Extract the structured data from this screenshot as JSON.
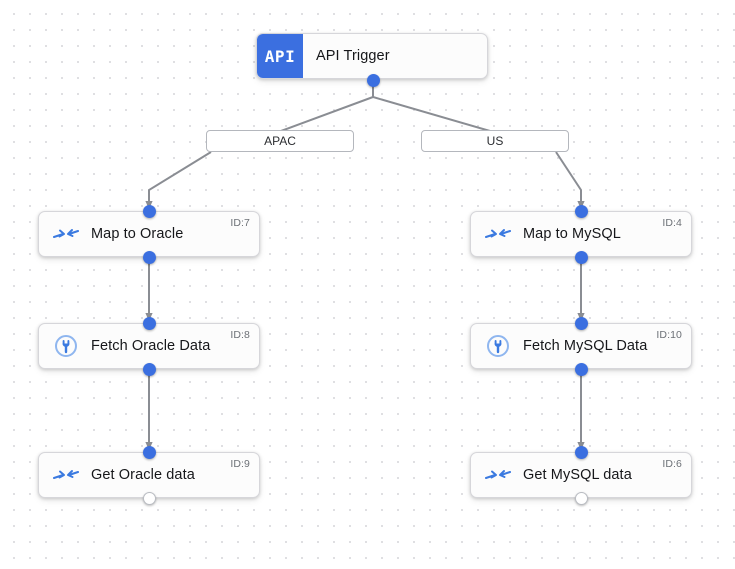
{
  "canvas": {
    "background_color": "#ffffff",
    "dot_color": "#d9d9dd",
    "accent_color": "#3b6fe0",
    "edge_color": "#8a8d93"
  },
  "trigger": {
    "badge_text": "API",
    "label": "API Trigger",
    "icon": "api-badge-icon"
  },
  "branches": [
    {
      "label": "APAC"
    },
    {
      "label": "US"
    }
  ],
  "nodes": [
    {
      "label": "Map to Oracle",
      "id_badge": "ID:7",
      "icon": "map-arrows-icon",
      "branch": "APAC",
      "output_port": "filled"
    },
    {
      "label": "Fetch Oracle Data",
      "id_badge": "ID:8",
      "icon": "connector-plug-icon",
      "branch": "APAC",
      "output_port": "filled"
    },
    {
      "label": "Get Oracle data",
      "id_badge": "ID:9",
      "icon": "map-arrows-icon",
      "branch": "APAC",
      "output_port": "hollow"
    },
    {
      "label": "Map to MySQL",
      "id_badge": "ID:4",
      "icon": "map-arrows-icon",
      "branch": "US",
      "output_port": "filled"
    },
    {
      "label": "Fetch MySQL Data",
      "id_badge": "ID:10",
      "icon": "connector-plug-icon",
      "branch": "US",
      "output_port": "filled"
    },
    {
      "label": "Get MySQL data",
      "id_badge": "ID:6",
      "icon": "map-arrows-icon",
      "branch": "US",
      "output_port": "hollow"
    }
  ]
}
